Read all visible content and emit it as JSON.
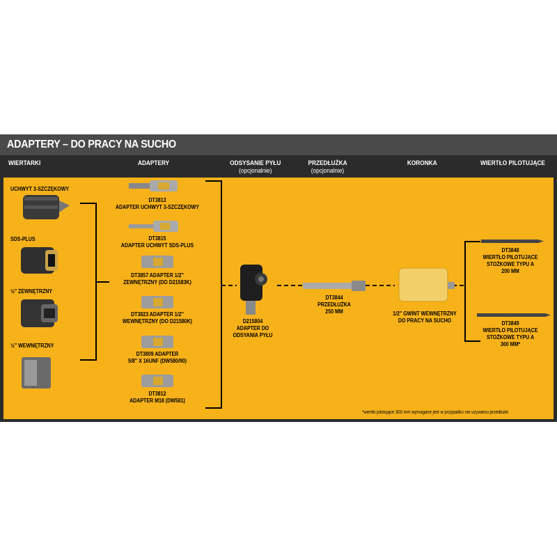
{
  "title": "ADAPTERY – DO PRACY NA SUCHO",
  "colors": {
    "accent": "#f7b21a",
    "panel": "#2b2b2b",
    "title_bar": "#4a4a4a"
  },
  "headers": {
    "drills": "WIERTARKI",
    "adapters": "ADAPTERY",
    "dust": "ODSYSANIE PYŁU",
    "dust_sub": "(opcjonalnie)",
    "extension": "PRZEDŁUŻKA",
    "extension_sub": "(opcjonalnie)",
    "core": "KORONKA",
    "pilot": "WIERTŁO PILOTUJĄCE"
  },
  "drills": [
    {
      "label": "UCHWYT 3-SZCZĘKOWY",
      "icon": "three-jaw-chuck-icon"
    },
    {
      "label": "SDS-PLUS",
      "icon": "sds-plus-chuck-icon"
    },
    {
      "label": "½\" ZEWNĘTRZNY",
      "icon": "external-thread-icon"
    },
    {
      "label": "½\" WEWNĘTRZNY",
      "icon": "internal-thread-icon"
    }
  ],
  "adapters": [
    {
      "line1": "DT3813",
      "line2": "ADAPTER UCHWYT 3-SZCZĘKOWY"
    },
    {
      "line1": "DT3815",
      "line2": "ADAPTER UCHWYT SDS-PLUS"
    },
    {
      "line1": "DT3857 ADAPTER 1/2\"",
      "line2": "ZEWNĘTRZNY (DO D21583K)"
    },
    {
      "line1": "DT3823 ADAPTER 1/2\"",
      "line2": "WEWNĘTRZNY (DO D21580K)"
    },
    {
      "line1": "DT3809 ADAPTER",
      "line2": "5/8\" X 16UNF (DW580/90)"
    },
    {
      "line1": "DT3812",
      "line2": "ADAPTER M18 (DW581)"
    }
  ],
  "dust": {
    "line1": "D215804",
    "line2": "ADAPTER DO",
    "line3": "ODSYANIA PYŁU"
  },
  "extension": {
    "line1": "DT3844",
    "line2": "PRZEDŁUŻKA",
    "line3": "250 MM"
  },
  "core": {
    "line1": "1/2\" GWINT WEWNĘTRZNY",
    "line2": "DO PRACY NA SUCHO"
  },
  "pilots": [
    {
      "line1": "DT3848",
      "line2": "WIERTŁO PILOTUJĄCE",
      "line3": "STOŻKOWE TYPU A",
      "line4": "200 MM"
    },
    {
      "line1": "DT3849",
      "line2": "WIERTŁO PILOTUJĄCE",
      "line3": "STOŻKOWE TYPU A",
      "line4": "300 MM*"
    }
  ],
  "footnote": "*wiertło pilotujące 300 mm wymagane jest w przypadku nie używaniu przedłużki"
}
